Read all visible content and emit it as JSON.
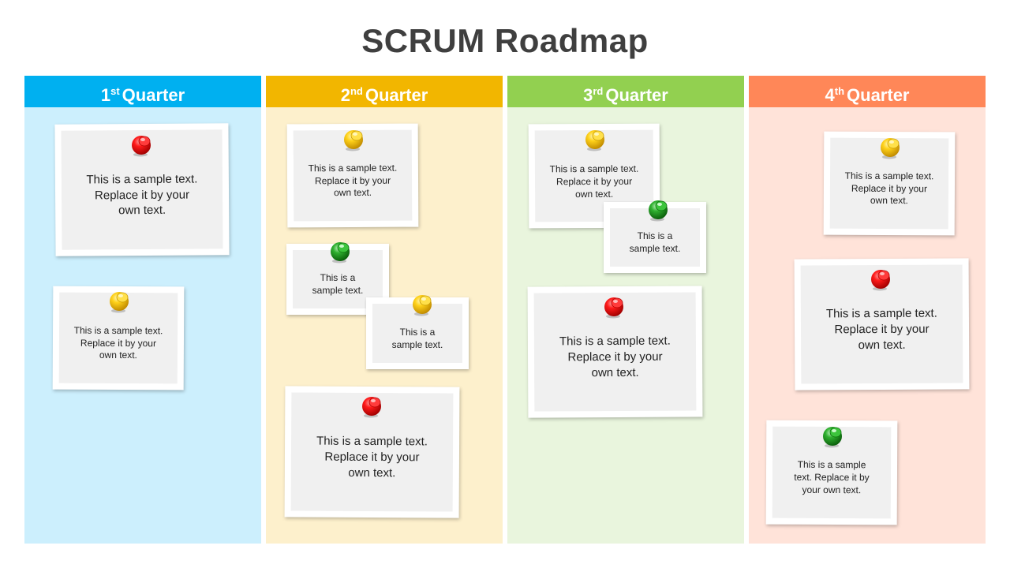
{
  "title": "SCRUM Roadmap",
  "colors": {
    "q1_header": "#00b0f0",
    "q1_body": "#cceffd",
    "q2_header": "#f2b600",
    "q2_body": "#fdf0cc",
    "q3_header": "#92d050",
    "q3_body": "#e9f5dd",
    "q4_header": "#ff8758",
    "q4_body": "#ffe3d9",
    "pin_red": "#e00000",
    "pin_yellow": "#f2c000",
    "pin_green": "#1a9a1a"
  },
  "quarters": [
    {
      "num": "1",
      "sup": "st",
      "label": "Quarter"
    },
    {
      "num": "2",
      "sup": "nd",
      "label": "Quarter"
    },
    {
      "num": "3",
      "sup": "rd",
      "label": "Quarter"
    },
    {
      "num": "4",
      "sup": "th",
      "label": "Quarter"
    }
  ],
  "notes": {
    "q1_a": {
      "line1": "This is a sample text.",
      "line2": "Replace it by your",
      "line3": "own text.",
      "pin": "red"
    },
    "q1_b": {
      "line1": "This is a sample text.",
      "line2": "Replace it by your",
      "line3": "own text.",
      "pin": "yellow"
    },
    "q2_a": {
      "line1": "This is a sample text.",
      "line2": "Replace it by your",
      "line3": "own text.",
      "pin": "yellow"
    },
    "q2_b": {
      "line1": "This is a",
      "line2": "sample text.",
      "pin": "green"
    },
    "q2_c": {
      "line1": "This is a",
      "line2": "sample text.",
      "pin": "yellow"
    },
    "q2_d": {
      "line1": "This is a sample text.",
      "line2": "Replace it by your",
      "line3": "own text.",
      "pin": "red"
    },
    "q3_a": {
      "line1": "This is a sample text.",
      "line2": "Replace it by your",
      "line3": "own text.",
      "pin": "yellow"
    },
    "q3_b": {
      "line1": "This is a",
      "line2": "sample text.",
      "pin": "green"
    },
    "q3_c": {
      "line1": "This is a sample text.",
      "line2": "Replace it by your",
      "line3": "own text.",
      "pin": "red"
    },
    "q4_a": {
      "line1": "This is a sample text.",
      "line2": "Replace it by your",
      "line3": "own text.",
      "pin": "yellow"
    },
    "q4_b": {
      "line1": "This is a sample text.",
      "line2": "Replace it by your",
      "line3": "own text.",
      "pin": "red"
    },
    "q4_c": {
      "line1": "This is a sample",
      "line2": "text. Replace it by",
      "line3": "your own text.",
      "pin": "green"
    }
  }
}
